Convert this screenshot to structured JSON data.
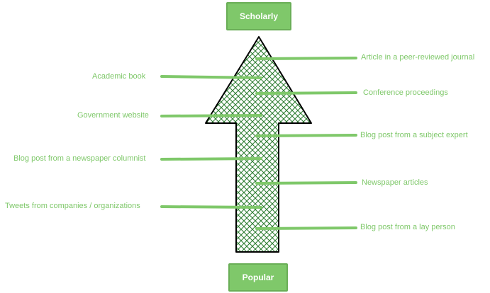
{
  "top_label": "Scholarly",
  "bottom_label": "Popular",
  "colors": {
    "accent": "#7fc86a",
    "arrow_stroke": "#000000",
    "hatch": "#2e7d32"
  },
  "left_items": [
    "Academic book",
    "Government website",
    "Blog post from a newspaper columnist",
    "Tweets from companies / organizations"
  ],
  "right_items": [
    "Article in a peer-reviewed journal",
    "Conference proceedings",
    "Blog post from a subject expert",
    "Newspaper articles",
    "Blog post from a lay person"
  ]
}
